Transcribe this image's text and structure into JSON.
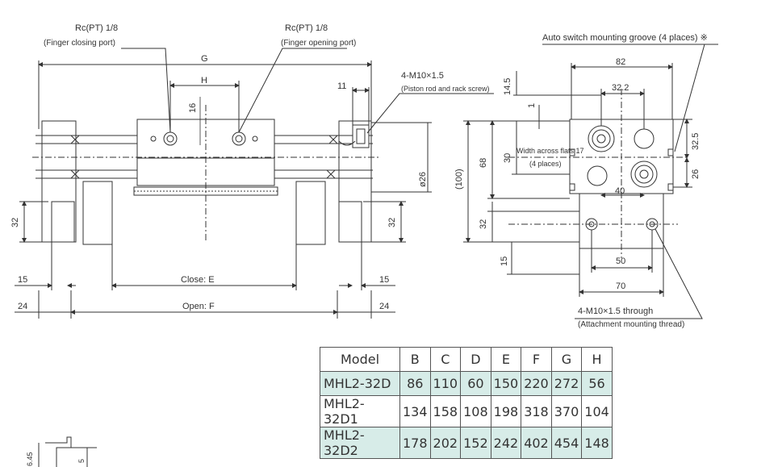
{
  "front_view": {
    "port_left_spec": "Rc(PT) 1/8",
    "port_left_name": "(Finger closing port)",
    "port_right_spec": "Rc(PT) 1/8",
    "port_right_name": "(Finger opening port)",
    "dim_g": "G",
    "dim_h": "H",
    "dim_16": "16",
    "dim_11": "11",
    "screw_spec": "4-M10×1.5",
    "screw_name": "(Piston rod and rack screw)",
    "dim_dia26": "ø26",
    "dim_32_left": "32",
    "dim_32_right": "32",
    "dim_15_left": "15",
    "dim_15_right": "15",
    "dim_24_left": "24",
    "dim_24_right": "24",
    "close_label": "Close: E",
    "open_label": "Open: F"
  },
  "side_view": {
    "groove_note": "Auto switch mounting groove (4 places) ※",
    "dim_82": "82",
    "dim_32_2": "32.2",
    "dim_14_5": "14.5",
    "dim_1": "1",
    "dim_100": "(100)",
    "dim_68": "68",
    "dim_30": "30",
    "flats_note": "Width across flats 17",
    "flats_places": "(4 places)",
    "dim_32_5": "32.5",
    "dim_26": "26",
    "dim_40": "40",
    "dim_32_bottom": "32",
    "dim_15": "15",
    "dim_50": "50",
    "dim_70": "70",
    "thread_spec": "4-M10×1.5 through",
    "thread_name": "(Attachment mounting thread)"
  },
  "detail": {
    "dim_6_45": "6.45",
    "dim_5": "5"
  },
  "table": {
    "headers": [
      "Model",
      "B",
      "C",
      "D",
      "E",
      "F",
      "G",
      "H"
    ],
    "rows": [
      [
        "MHL2-32D",
        "86",
        "110",
        "60",
        "150",
        "220",
        "272",
        "56"
      ],
      [
        "MHL2-32D1",
        "134",
        "158",
        "108",
        "198",
        "318",
        "370",
        "104"
      ],
      [
        "MHL2-32D2",
        "178",
        "202",
        "152",
        "242",
        "402",
        "454",
        "148"
      ]
    ],
    "shade_color": "#d7ece8"
  }
}
